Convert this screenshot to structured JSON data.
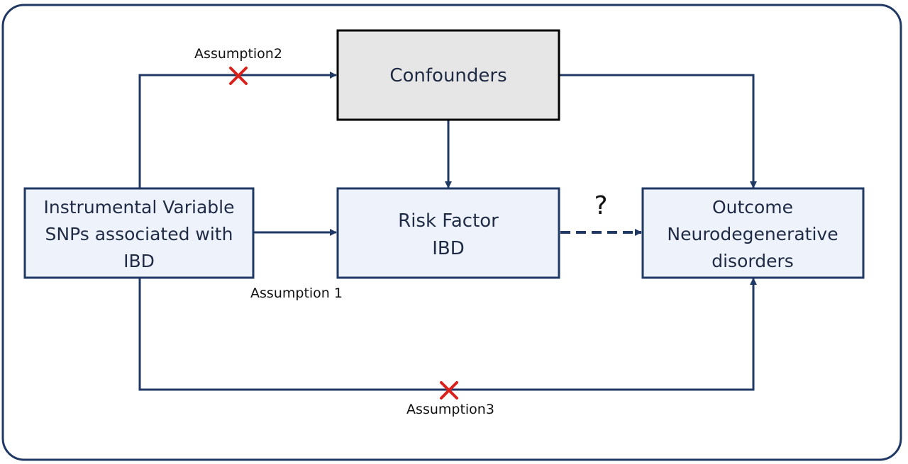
{
  "nodes": {
    "confounders": {
      "label": "Confounders"
    },
    "instrumental": {
      "lines": [
        "Instrumental Variable",
        "SNPs associated with",
        "IBD"
      ]
    },
    "risk_factor": {
      "lines": [
        "Risk Factor",
        "IBD"
      ]
    },
    "outcome": {
      "lines": [
        "Outcome",
        "Neurodegenerative",
        "disorders"
      ]
    }
  },
  "assumptions": {
    "a1": "Assumption 1",
    "a2": "Assumption2",
    "a3": "Assumption3"
  },
  "question_mark": "?",
  "colors": {
    "frame": "#1f3864",
    "arrow": "#1f3864",
    "box_border": "#1f3864",
    "box_fill": "#eef2fb",
    "confounder_border": "#000000",
    "confounder_fill": "#e6e6e6",
    "cross": "#d9211c"
  }
}
